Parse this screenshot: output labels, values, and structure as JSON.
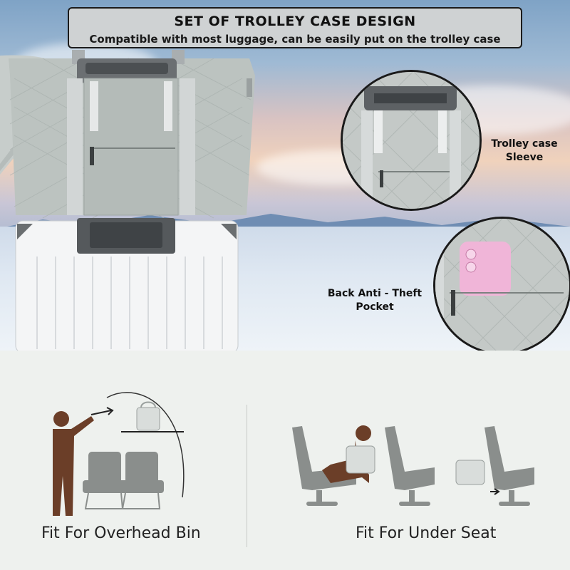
{
  "banner": {
    "title": "SET OF TROLLEY CASE DESIGN",
    "subtitle": "Compatible with most luggage, can be easily put on the trolley case"
  },
  "zoom_labels": {
    "trolley": "Trolley case\nSleeve",
    "pocket": "Back Anti - Theft\nPocket"
  },
  "captions": {
    "overhead": "Fit For Overhead Bin",
    "under_seat": "Fit For Under Seat"
  },
  "colors": {
    "bag": "#bcc3c0",
    "suitcase": "#f4f5f6",
    "person": "#6b3e28",
    "seat": "#8a8e8c",
    "phone": "#f0b5d8"
  }
}
